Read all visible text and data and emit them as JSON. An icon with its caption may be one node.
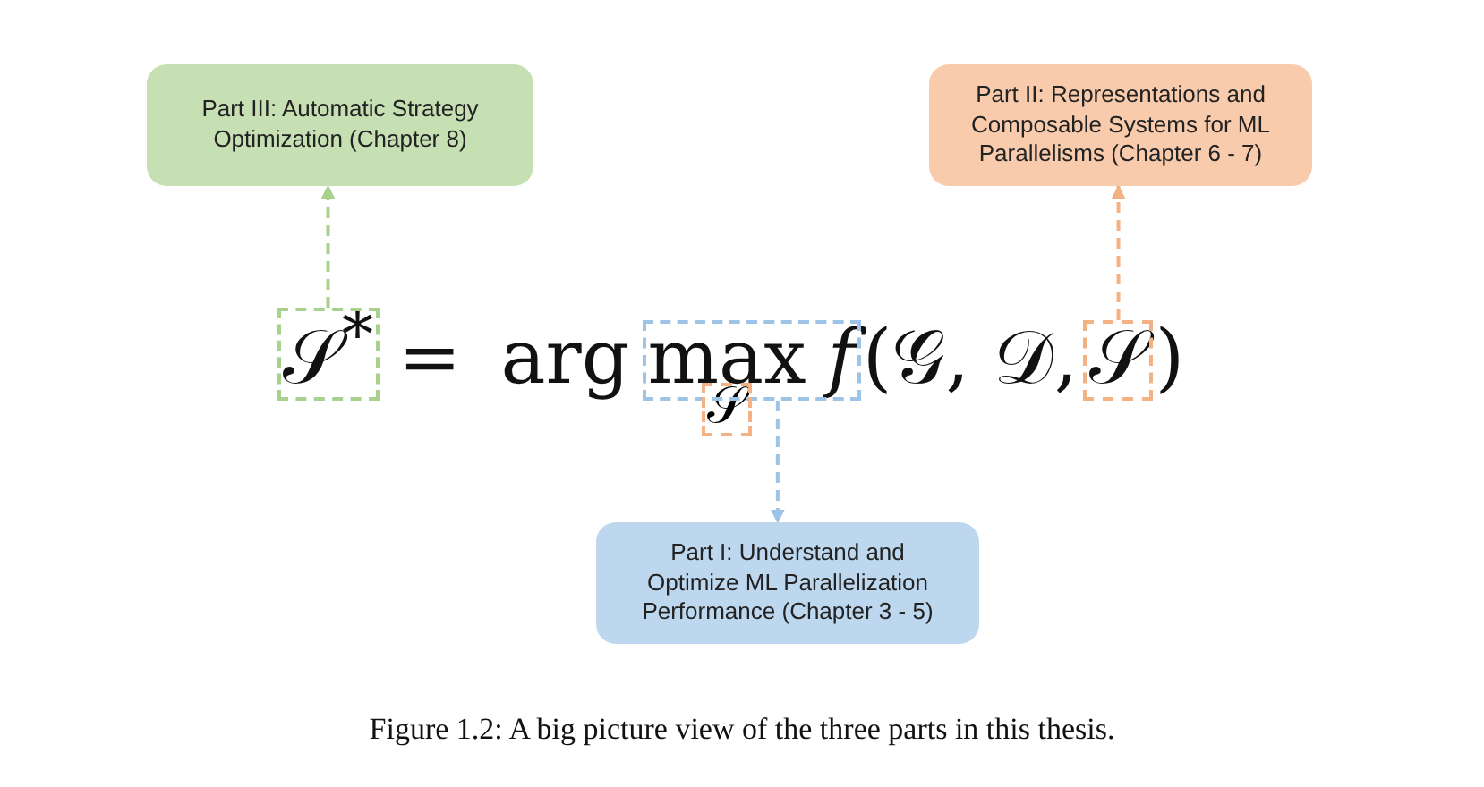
{
  "diagram": {
    "caption": "Figure 1.2: A big picture view of the three parts in this thesis.",
    "nodes": [
      {
        "text": [
          "Part III: Automatic Strategy Optimization (Chapter 8)"
        ]
      },
      {
        "text": [
          "Part II: Representations and Composable Systems for ML Parallelisms (Chapter 6 - 7)"
        ]
      },
      {
        "text": [],
        "shape": "box"
      },
      {
        "text": [],
        "shape": "box"
      },
      {
        "text": [],
        "shape": "box"
      },
      {
        "text": [],
        "shape": "box"
      },
      {
        "text": [
          "Part I: Understand and Optimize ML Parallelization Performance (Chapter 3 - 5)"
        ]
      }
    ],
    "edges": [
      {
        "from": 2,
        "to": 0,
        "arrow": "to",
        "style": "dashed",
        "color": "#a9d18e"
      },
      {
        "from": 4,
        "to": 1,
        "arrow": "to",
        "style": "dashed",
        "color": "#f4b183"
      },
      {
        "from": 3,
        "to": 6,
        "arrow": "to",
        "style": "dashed",
        "color": "#9dc3e6"
      }
    ],
    "labels": [
      "𝒮$^{*}$",
      "=",
      "arg",
      "max",
      "𝒮",
      "f",
      "(𝒢, 𝒟,",
      "𝒮",
      ")"
    ]
  }
}
